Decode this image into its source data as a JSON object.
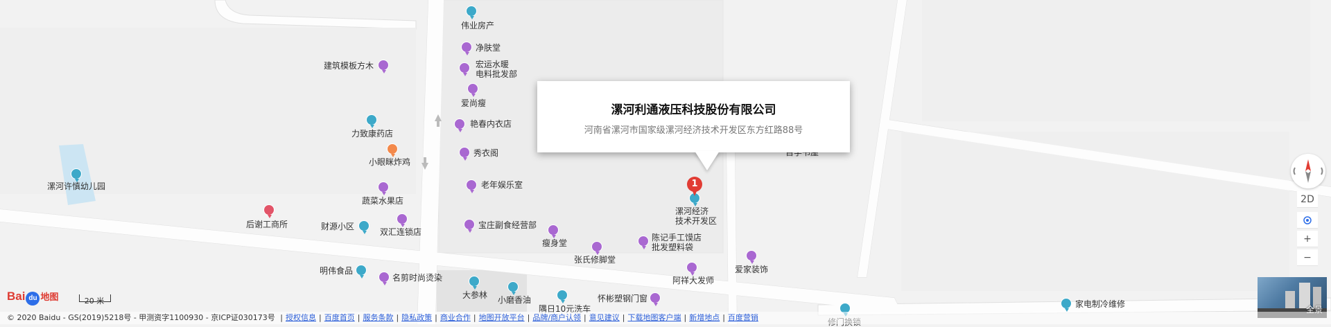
{
  "popup": {
    "title": "漯河利通液压科技股份有限公司",
    "address": "河南省漯河市国家级漯河经济技术开发区东方红路88号"
  },
  "marker": {
    "label": "1"
  },
  "pois": [
    {
      "name": "伟业房产",
      "color": "#3da9c9"
    },
    {
      "name": "净肤堂",
      "color": "#a968d1"
    },
    {
      "name": "宏运水暖\n电料批发部",
      "color": "#a968d1"
    },
    {
      "name": "爱尚瘦",
      "color": "#a968d1"
    },
    {
      "name": "艳春内衣店",
      "color": "#a968d1"
    },
    {
      "name": "秀衣阁",
      "color": "#a968d1"
    },
    {
      "name": "老年娱乐室",
      "color": "#a968d1"
    },
    {
      "name": "建筑模板方木",
      "color": "#a968d1"
    },
    {
      "name": "力致康药店",
      "color": "#3da9c9"
    },
    {
      "name": "小眼眯炸鸡",
      "color": "#f3894b"
    },
    {
      "name": "蔬菜水果店",
      "color": "#a968d1"
    },
    {
      "name": "漯河许慎幼儿园",
      "color": "#3da9c9"
    },
    {
      "name": "后谢工商所",
      "color": "#e25468"
    },
    {
      "name": "财源小区",
      "color": "#3da9c9"
    },
    {
      "name": "双汇连锁店",
      "color": "#a968d1"
    },
    {
      "name": "宝庄副食经营部",
      "color": "#a968d1"
    },
    {
      "name": "瘦身堂",
      "color": "#a968d1"
    },
    {
      "name": "张氏修脚堂",
      "color": "#a968d1"
    },
    {
      "name": "陈记手工馍店\n批发塑料袋",
      "color": "#a968d1"
    },
    {
      "name": "漯河经济\n技术开发区",
      "color": "#3da9c9"
    },
    {
      "name": "爱家装饰",
      "color": "#a968d1"
    },
    {
      "name": "阿祥大发师",
      "color": "#a968d1"
    },
    {
      "name": "明伟食品",
      "color": "#3da9c9"
    },
    {
      "name": "名剪时尚烫染",
      "color": "#a968d1"
    },
    {
      "name": "大参林",
      "color": "#3da9c9"
    },
    {
      "name": "小磨香油",
      "color": "#3da9c9"
    },
    {
      "name": "隅日10元洗车",
      "color": "#3da9c9"
    },
    {
      "name": "怀彬塑钢门窗",
      "color": "#a968d1"
    },
    {
      "name": "家电制冷维修",
      "color": "#3da9c9"
    },
    {
      "name": "修门换锁",
      "color": "#3da9c9"
    },
    {
      "name": "百学书屋",
      "color": "#3da9c9"
    }
  ],
  "controls": {
    "mode_2d": "2D",
    "zoom_in": "+",
    "zoom_out": "−",
    "panorama": "全景"
  },
  "logo": {
    "text_bai": "Bai",
    "text_du": "du",
    "text_sub": "地图"
  },
  "scale": {
    "label": "20 米"
  },
  "footer": {
    "copyright": "© 2020 Baidu - GS(2019)5218号 - 甲测资字1100930 - 京ICP证030173号",
    "links": [
      "授权信息",
      "百度首页",
      "服务条款",
      "隐私政策",
      "商业合作",
      "地图开放平台",
      "品牌/商户认领",
      "意见建议",
      "下载地图客户端",
      "新增地点",
      "百度营销"
    ]
  }
}
